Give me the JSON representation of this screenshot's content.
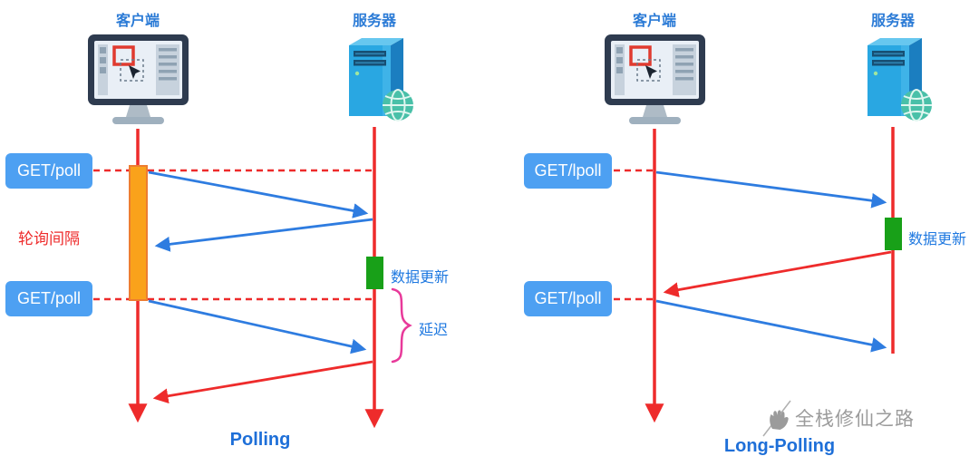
{
  "left": {
    "client_label": "客户端",
    "server_label": "服务器",
    "request1": "GET/poll",
    "request2": "GET/poll",
    "interval_label": "轮询间隔",
    "data_update": "数据更新",
    "delay_label": "延迟",
    "title": "Polling"
  },
  "right": {
    "client_label": "客户端",
    "server_label": "服务器",
    "request1": "GET/lpoll",
    "request2": "GET/lpoll",
    "data_update": "数据更新",
    "title": "Long-Polling"
  },
  "watermark": "全栈修仙之路",
  "colors": {
    "label_blue": "#2B7BD6",
    "box_blue": "#4DA0F2",
    "line_red": "#EE2B2B",
    "arrow_blue": "#2E7CE0",
    "interval_orange": "#FAA21B",
    "interval_border": "#ED7D31",
    "update_green": "#18A018",
    "brace_pink": "#E8399A",
    "watermark_grey": "#9B9B9B"
  }
}
